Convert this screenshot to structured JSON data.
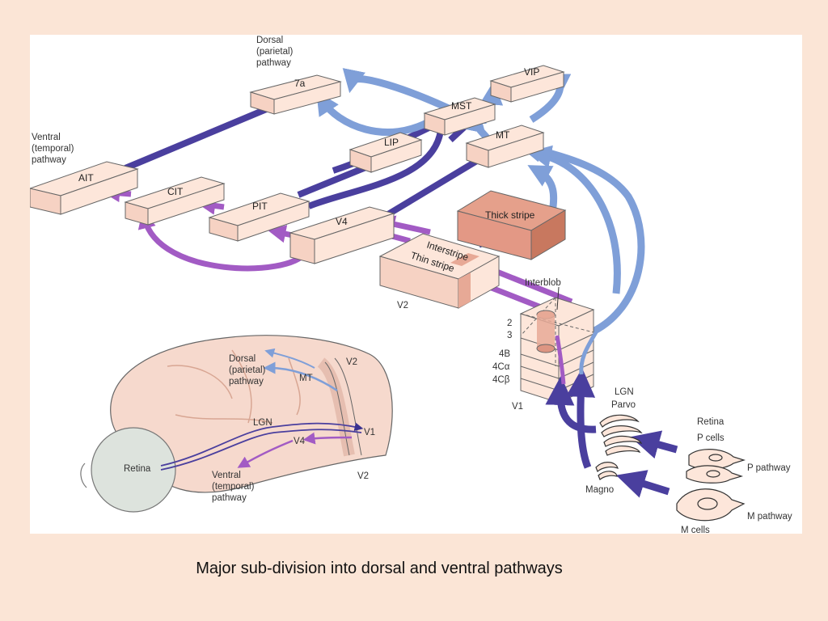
{
  "caption": "Major sub-division into dorsal and ventral pathways",
  "labels": {
    "dorsal_top": [
      "Dorsal",
      "(parietal)",
      "pathway"
    ],
    "ventral_top": [
      "Ventral",
      "(temporal)",
      "pathway"
    ],
    "dorsal_brain": [
      "Dorsal",
      "(parietal)",
      "pathway"
    ],
    "ventral_brain": [
      "Ventral",
      "(temporal)",
      "pathway"
    ],
    "v2": "V2",
    "v1": "V1",
    "interblob": "Interblob",
    "layers": [
      "2",
      "3",
      "4B",
      "4Cα",
      "4Cβ"
    ],
    "lgn": "LGN",
    "parvo": "Parvo",
    "magno": "Magno",
    "retina_right": "Retina",
    "p_cells": "P cells",
    "p_pathway": "P pathway",
    "m_pathway": "M pathway",
    "m_cells": "M cells",
    "brain_mt": "MT",
    "brain_lgn": "LGN",
    "brain_v4": "V4",
    "brain_v1": "V1",
    "brain_v2_top": "V2",
    "brain_v2_bottom": "V2",
    "brain_retina": "Retina"
  },
  "areas": {
    "a7": "7a",
    "vip": "VIP",
    "mst": "MST",
    "lip": "LIP",
    "mt": "MT",
    "ait": "AIT",
    "cit": "CIT",
    "pit": "PIT",
    "v4": "V4",
    "thick": "Thick stripe",
    "interstripe": "Interstripe",
    "thin": "Thin stripe"
  },
  "colors": {
    "background": "#fbe5d6",
    "box_face": "#fde6da",
    "thick_stripe": "#df8f7b",
    "dark_pathway": "#4a3f9e",
    "light_pathway": "#7f9fd8",
    "purple_pathway": "#a25bc4",
    "brain": "#f6d9cd"
  }
}
